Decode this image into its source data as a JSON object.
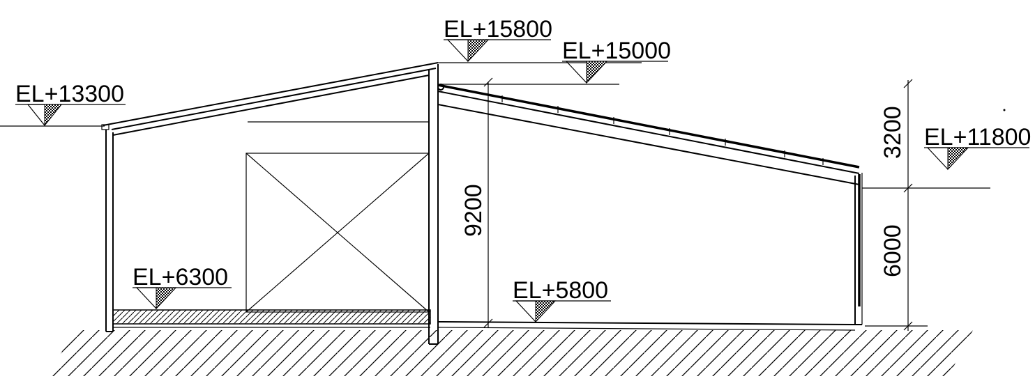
{
  "elevations": [
    {
      "id": "el-13300",
      "text": "EL+13300"
    },
    {
      "id": "el-15800",
      "text": "EL+15800"
    },
    {
      "id": "el-15000",
      "text": "EL+15000"
    },
    {
      "id": "el-11800",
      "text": "EL+11800"
    },
    {
      "id": "el-6300",
      "text": "EL+6300"
    },
    {
      "id": "el-5800",
      "text": "EL+5800"
    }
  ],
  "dimensions": [
    {
      "id": "dim-9200",
      "text": "9200"
    },
    {
      "id": "dim-3200",
      "text": "3200"
    },
    {
      "id": "dim-6000",
      "text": "6000"
    }
  ]
}
